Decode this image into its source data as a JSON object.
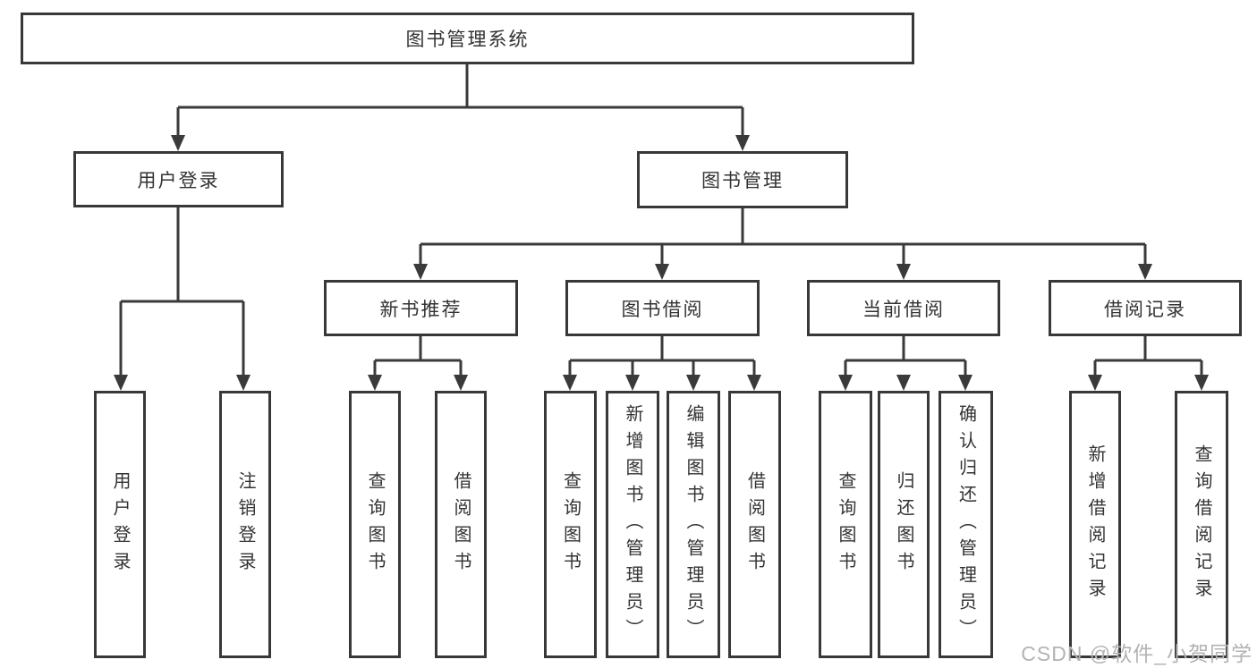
{
  "diagram_title": "图书管理系统",
  "colors": {
    "line": "#3a3a3a",
    "box_border": "#383838",
    "box_bg": "#ffffff",
    "text": "#333333",
    "watermark": "#b3b3b3",
    "page_bg": "#ffffff"
  },
  "watermark": {
    "text": "CSDN @软件_小贺同学"
  },
  "tree": {
    "root": {
      "label": "图书管理系统",
      "children": [
        {
          "label": "用户登录",
          "children": [
            {
              "label": "用户登录"
            },
            {
              "label": "注销登录"
            }
          ]
        },
        {
          "label": "图书管理",
          "children": [
            {
              "label": "新书推荐",
              "children": [
                {
                  "label": "查询图书"
                },
                {
                  "label": "借阅图书"
                }
              ]
            },
            {
              "label": "图书借阅",
              "children": [
                {
                  "label": "查询图书"
                },
                {
                  "label": "新增图书（管理员）"
                },
                {
                  "label": "编辑图书（管理员）"
                },
                {
                  "label": "借阅图书"
                }
              ]
            },
            {
              "label": "当前借阅",
              "children": [
                {
                  "label": "查询图书"
                },
                {
                  "label": "归还图书"
                },
                {
                  "label": "确认归还（管理员）"
                }
              ]
            },
            {
              "label": "借阅记录",
              "children": [
                {
                  "label": "新增借阅记录"
                },
                {
                  "label": "查询借阅记录"
                }
              ]
            }
          ]
        }
      ]
    }
  }
}
